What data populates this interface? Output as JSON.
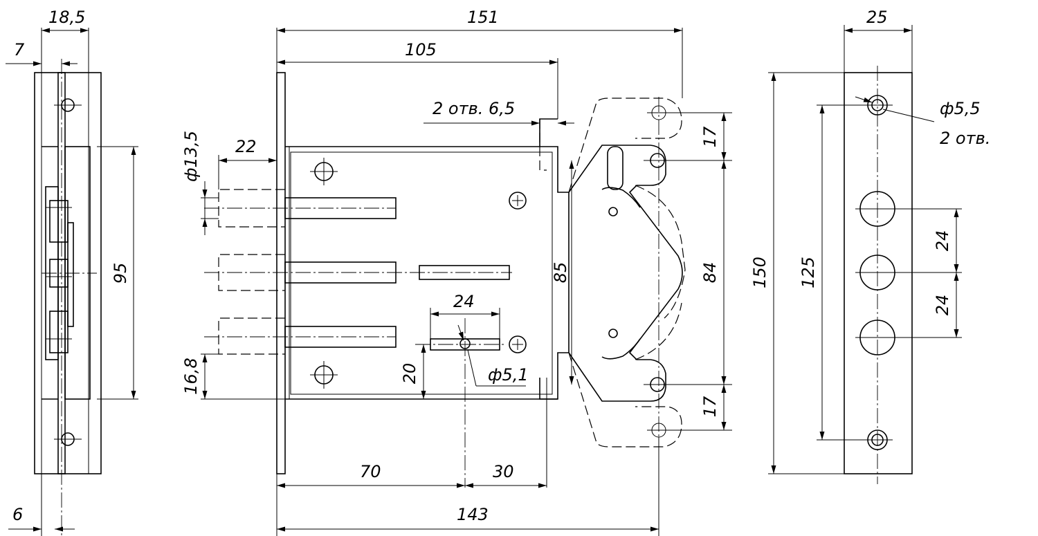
{
  "dimensions": {
    "side_width": "18,5",
    "side_offset": "7",
    "side_height": "95",
    "side_bottom": "6",
    "total_width": "151",
    "body_width": "105",
    "screw_holes": "2 отв. 6,5",
    "bolt_diameter": "ф13,5",
    "bolt_throw": "22",
    "bolt_bottom_offset": "16,8",
    "key_width": "24",
    "key_hole": "ф5,1",
    "key_height": "20",
    "backset": "70",
    "key_to_edge": "30",
    "case_width": "143",
    "case_height": "85",
    "hinge_height": "84",
    "hinge_top": "17",
    "hinge_bottom": "17",
    "strike_width": "25",
    "strike_hole": "ф5,5",
    "strike_hole_count": "2 отв.",
    "strike_height": "150",
    "strike_hole_spacing": "125",
    "bolt_spacing_top": "24",
    "bolt_spacing_bottom": "24"
  }
}
